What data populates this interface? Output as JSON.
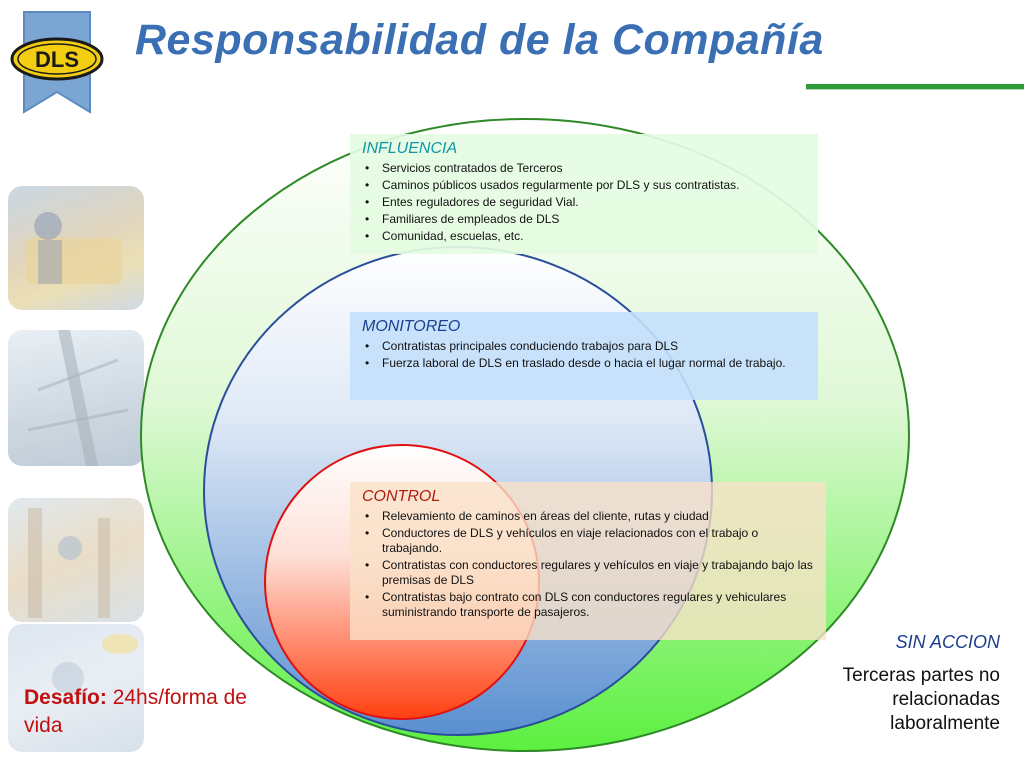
{
  "logo": {
    "text": "DLS"
  },
  "title": "Responsabilidad de la Compañía",
  "circles": {
    "outer_label": "INFLUENCIA",
    "middle_label": "MONITOREO",
    "inner_label": "CONTROL"
  },
  "influencia": {
    "heading": "INFLUENCIA",
    "items": [
      "Servicios contratados de Terceros",
      "Caminos públicos usados regularmente por DLS y sus contratistas.",
      "Entes reguladores de seguridad Vial.",
      "Familiares de empleados de DLS",
      "Comunidad, escuelas, etc."
    ]
  },
  "monitoreo": {
    "heading": "MONITOREO",
    "items": [
      "Contratistas principales conduciendo trabajos para DLS",
      "Fuerza laboral de DLS en traslado desde o hacia el lugar normal de trabajo."
    ]
  },
  "control": {
    "heading": "CONTROL",
    "items": [
      "Relevamiento de caminos en áreas del cliente, rutas y ciudad",
      "Conductores de DLS y vehículos en viaje relacionados con el trabajo o trabajando.",
      "Contratistas con conductores regulares y vehículos en viaje y trabajando bajo las premisas de DLS",
      "Contratistas bajo contrato con DLS con conductores regulares y vehiculares suministrando transporte de pasajeros."
    ]
  },
  "sin_accion": {
    "heading": "SIN ACCION",
    "text": "Terceras partes no relacionadas laboralmente"
  },
  "desafio": {
    "label": "Desafío:",
    "text": "24hs/forma de vida"
  },
  "colors": {
    "title": "#3a70b3",
    "accent_rule": "#2e9a38",
    "outer_circle_fill": "#5cf040",
    "middle_circle_fill": "#5a8fd0",
    "inner_circle_fill": "#ff4010",
    "inner_circle_stroke": "#e01010",
    "logo_yellow": "#f2cd12"
  },
  "icons": [
    "dls-logo-icon",
    "worker-photo-1",
    "worker-photo-2",
    "worker-photo-3",
    "worker-photo-4"
  ]
}
